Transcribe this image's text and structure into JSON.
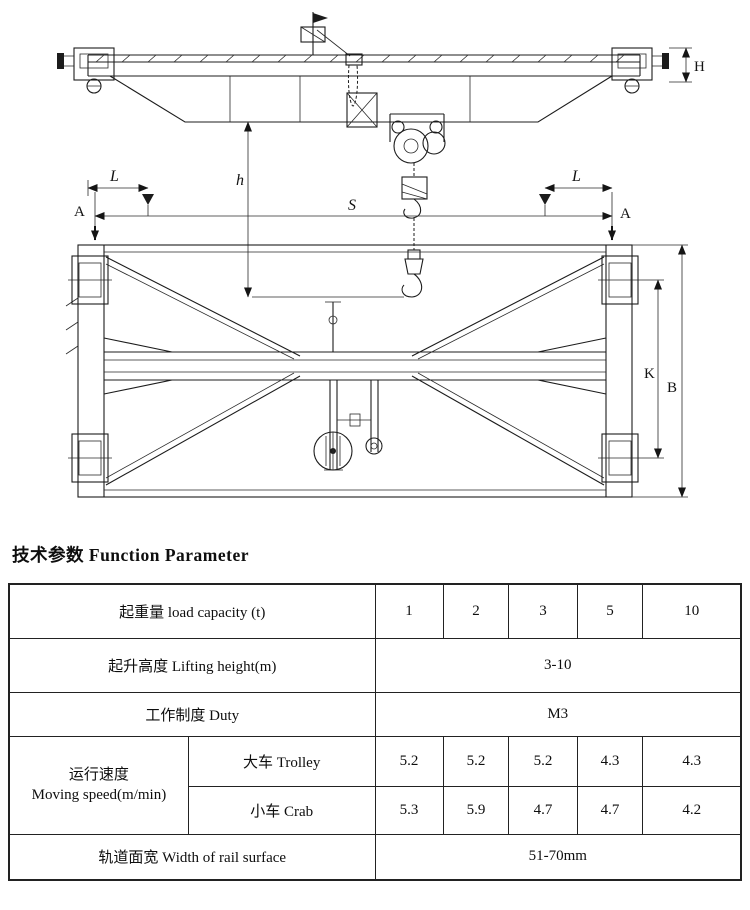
{
  "diagram": {
    "labels": {
      "l_left": "L",
      "l_right": "L",
      "a_left": "A",
      "a_right": "A",
      "h_small": "h",
      "s": "S",
      "h_cap": "H",
      "k": "K",
      "b": "B"
    }
  },
  "section": {
    "heading": "技术参数 Function Parameter"
  },
  "table": {
    "load_capacity": {
      "label": "起重量 load capacity (t)",
      "values": [
        "1",
        "2",
        "3",
        "5",
        "10"
      ]
    },
    "lifting_height": {
      "label": "起升高度 Lifting height(m)",
      "value": "3-10"
    },
    "duty": {
      "label": "工作制度 Duty",
      "value": "M3"
    },
    "moving_speed": {
      "label_cn": "运行速度",
      "label_en": "Moving speed(m/min)",
      "trolley": {
        "label": "大车 Trolley",
        "values": [
          "5.2",
          "5.2",
          "5.2",
          "4.3",
          "4.3"
        ]
      },
      "crab": {
        "label": "小车 Crab",
        "values": [
          "5.3",
          "5.9",
          "4.7",
          "4.7",
          "4.2"
        ]
      }
    },
    "rail_width": {
      "label": "轨道面宽 Width of rail surface",
      "value": "51-70mm"
    }
  }
}
